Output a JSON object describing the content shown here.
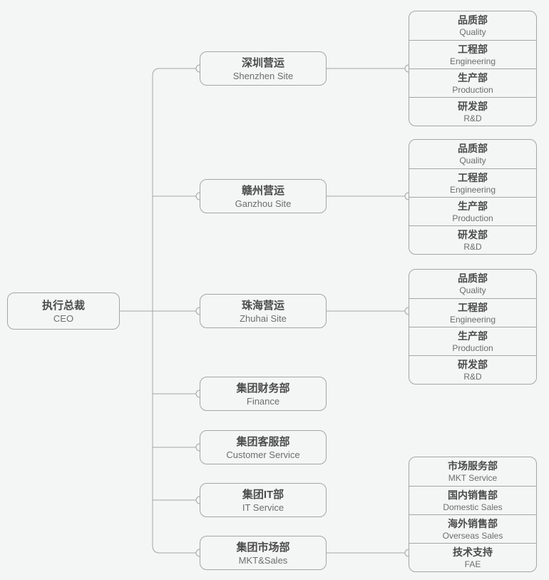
{
  "colors": {
    "background": "#f4f5f5",
    "border": "#a5a5a5",
    "line": "#a5a5a5",
    "text_primary": "#4c4c4c",
    "text_secondary": "#6d6d6d"
  },
  "org": {
    "ceo": {
      "zh": "执行总裁",
      "en": "CEO"
    },
    "units": [
      {
        "zh": "深圳营运",
        "en": "Shenzhen Site"
      },
      {
        "zh": "赣州营运",
        "en": "Ganzhou Site"
      },
      {
        "zh": "珠海营运",
        "en": "Zhuhai Site"
      },
      {
        "zh": "集团财务部",
        "en": "Finance"
      },
      {
        "zh": "集团客服部",
        "en": "Customer Service"
      },
      {
        "zh": "集团IT部",
        "en": "IT Service"
      },
      {
        "zh": "集团市场部",
        "en": "MKT&Sales"
      }
    ],
    "site_departments": [
      {
        "zh": "品质部",
        "en": "Quality"
      },
      {
        "zh": "工程部",
        "en": "Engineering"
      },
      {
        "zh": "生产部",
        "en": "Production"
      },
      {
        "zh": "研发部",
        "en": "R&D"
      }
    ],
    "mkt_departments": [
      {
        "zh": "市场服务部",
        "en": "MKT Service"
      },
      {
        "zh": "国内销售部",
        "en": "Domestic Sales"
      },
      {
        "zh": "海外销售部",
        "en": "Overseas Sales"
      },
      {
        "zh": "技术支持",
        "en": "FAE"
      }
    ]
  }
}
